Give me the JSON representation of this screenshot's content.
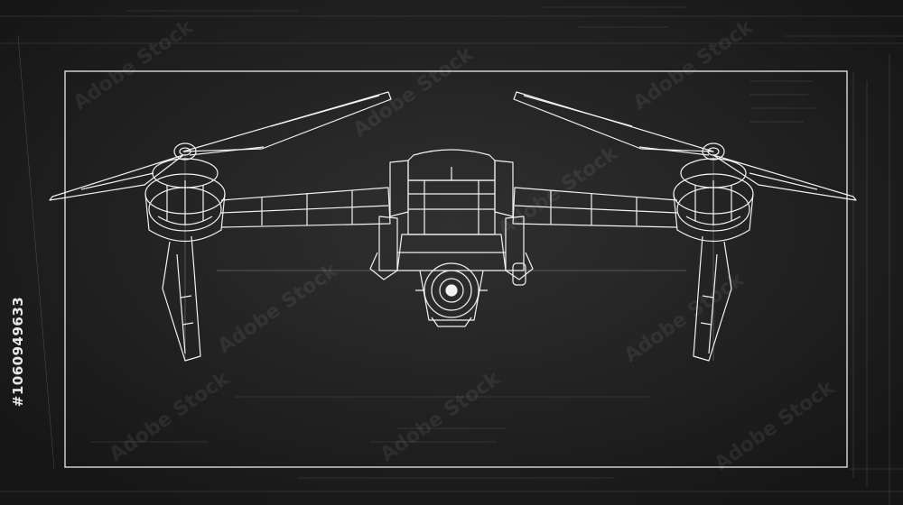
{
  "image": {
    "subject": "drone-wireframe-blueprint",
    "background_color": "#1c1c1c",
    "line_color": "#f2f2f2"
  },
  "watermark": {
    "text": "Adobe Stock",
    "id": "#1060949633"
  }
}
